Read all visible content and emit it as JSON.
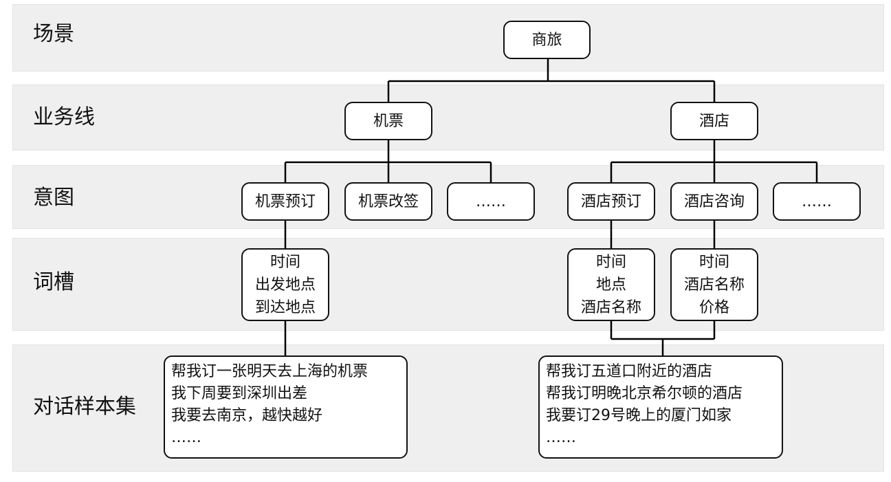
{
  "layers": {
    "scene": "场景",
    "business_line": "业务线",
    "intent": "意图",
    "slot": "词槽",
    "dialog_samples": "对话样本集"
  },
  "scene": {
    "travel": "商旅"
  },
  "business": {
    "flight": "机票",
    "hotel": "酒店"
  },
  "intents": {
    "flight_booking": "机票预订",
    "flight_change": "机票改签",
    "flight_more": "……",
    "hotel_booking": "酒店预订",
    "hotel_inquiry": "酒店咨询",
    "hotel_more": "……"
  },
  "slots": {
    "flight_booking": [
      "时间",
      "出发地点",
      "到达地点"
    ],
    "hotel_booking": [
      "时间",
      "地点",
      "酒店名称"
    ],
    "hotel_inquiry": [
      "时间",
      "酒店名称",
      "价格"
    ]
  },
  "samples": {
    "flight": [
      "帮我订一张明天去上海的机票",
      "我下周要到深圳出差",
      "我要去南京，越快越好",
      "……"
    ],
    "hotel": [
      "帮我订五道口附近的酒店",
      "帮我订明晚北京希尔顿的酒店",
      "我要订29号晚上的厦门如家",
      "……"
    ]
  }
}
